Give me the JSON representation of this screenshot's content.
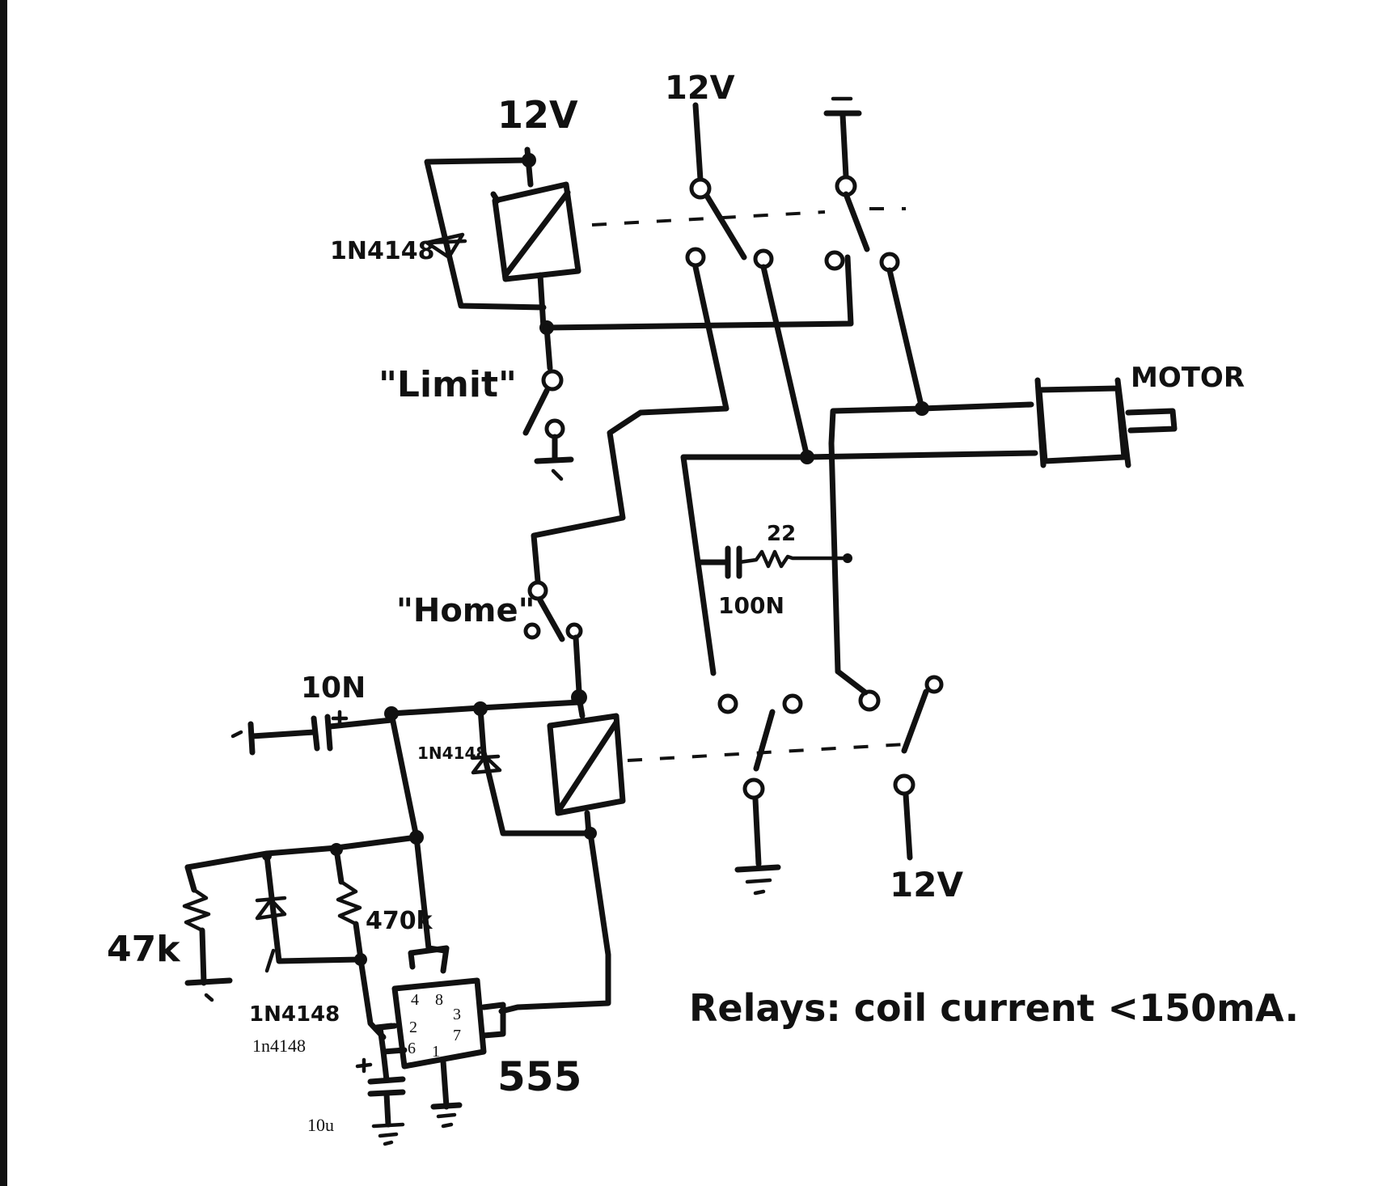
{
  "supply": {
    "v12_top_left": "12V",
    "v12_top_right": "12V",
    "v12_bottom": "12V"
  },
  "switches": {
    "limit": "\"Limit\"",
    "home": "\"Home\""
  },
  "components": {
    "diode_top": "1N4148",
    "diode_bottom_relay": "1N4148",
    "diode_timer": "1N4148",
    "diode_timer_typed": "1n4148",
    "res_22": "22",
    "cap_100n": "100N",
    "cap_10n": "10N",
    "res_47k": "47k",
    "res_470k": "470k",
    "cap_10u": "10u",
    "timer": "555",
    "motor": "MOTOR",
    "pin4": "4",
    "pin8": "8",
    "pin3": "3",
    "pin2": "2",
    "pin7": "7",
    "pin6": "6",
    "pin1": "1"
  },
  "notes": {
    "relays": "Relays: coil current <150mA."
  }
}
